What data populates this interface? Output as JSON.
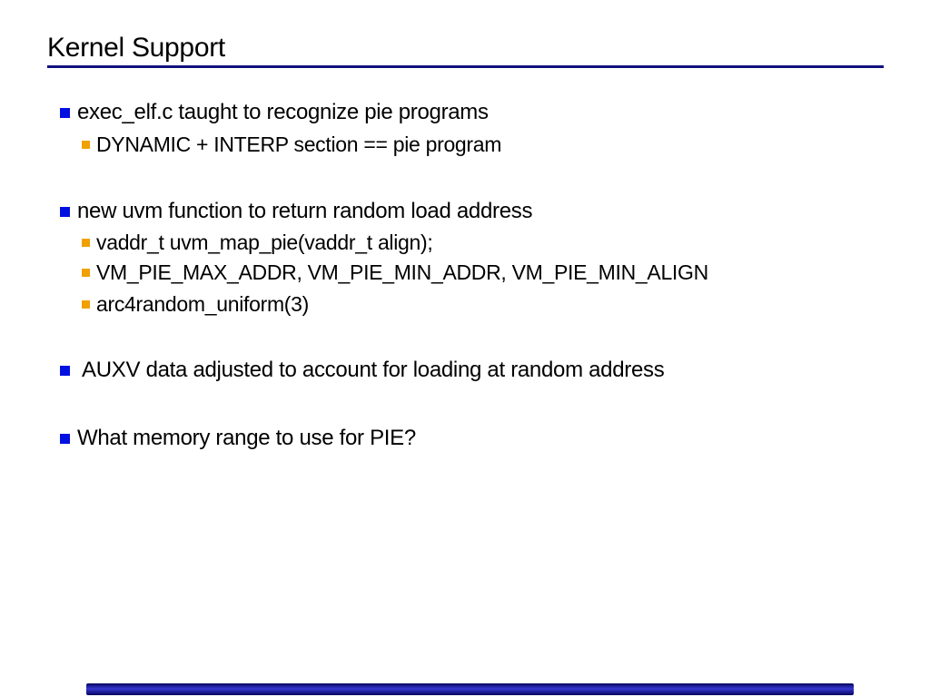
{
  "slide": {
    "title": "Kernel Support",
    "bullets": [
      {
        "level": 1,
        "text": "exec_elf.c taught to recognize pie programs"
      },
      {
        "level": 2,
        "text": "DYNAMIC + INTERP section == pie program"
      },
      {
        "level": 1,
        "text": "new uvm function to return random load address"
      },
      {
        "level": 2,
        "text": "vaddr_t uvm_map_pie(vaddr_t align);"
      },
      {
        "level": 2,
        "text": "VM_PIE_MAX_ADDR, VM_PIE_MIN_ADDR, VM_PIE_MIN_ALIGN"
      },
      {
        "level": 2,
        "text": "arc4random_uniform(3)"
      },
      {
        "level": 1,
        "text": " AUXV data adjusted to account for loading at random address"
      },
      {
        "level": 1,
        "text": "What memory range to use for PIE?"
      }
    ],
    "icons": {
      "level1_bullet": "square-bullet-icon",
      "level2_bullet": "square-bullet-icon"
    },
    "colors": {
      "bullet-l1": "#0010e0",
      "bullet-l2": "#f0a000",
      "title-rule": "#12127d",
      "footer-dark": "#05055e",
      "footer-mid": "#3535cf",
      "text": "#000000",
      "background": "#ffffff"
    }
  }
}
